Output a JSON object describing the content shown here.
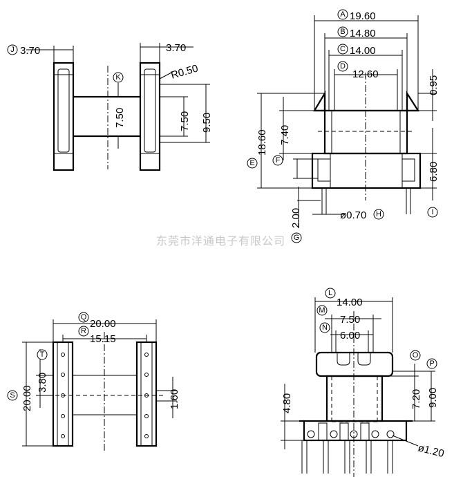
{
  "watermark": "东莞市洋通电子有限公司",
  "top_left": {
    "dims": {
      "J": "3.70",
      "top_right": "3.70",
      "radius": "R0.50",
      "inner_v": "7.50",
      "right_v": "7.50",
      "outer_v": "9.50"
    },
    "letters": {
      "J": "J",
      "K": "K"
    }
  },
  "top_right": {
    "dims": {
      "A": "19.60",
      "B": "14.80",
      "C": "14.00",
      "D": "12.60",
      "flange": "0.95",
      "left_inner": "7.40",
      "E": "18.60",
      "I": "6.80",
      "G": "2.00",
      "H": "ø0.70"
    },
    "letters": {
      "A": "A",
      "B": "B",
      "C": "C",
      "D": "D",
      "E": "E",
      "F": "F",
      "G": "G",
      "H": "H",
      "I": "I"
    }
  },
  "bottom_left": {
    "dims": {
      "Q": "20.00",
      "R": "15.15",
      "T": "3.80",
      "S": "20.00",
      "right": "1.60"
    },
    "letters": {
      "Q": "Q",
      "R": "R",
      "T": "T",
      "S": "S"
    }
  },
  "bottom_right": {
    "dims": {
      "L": "14.00",
      "M": "7.50",
      "N": "6.00",
      "left_v": "4.80",
      "O": "7.20",
      "P": "9.00",
      "pin": "ø1.20"
    },
    "letters": {
      "L": "L",
      "M": "M",
      "N": "N",
      "O": "O",
      "P": "P"
    }
  }
}
